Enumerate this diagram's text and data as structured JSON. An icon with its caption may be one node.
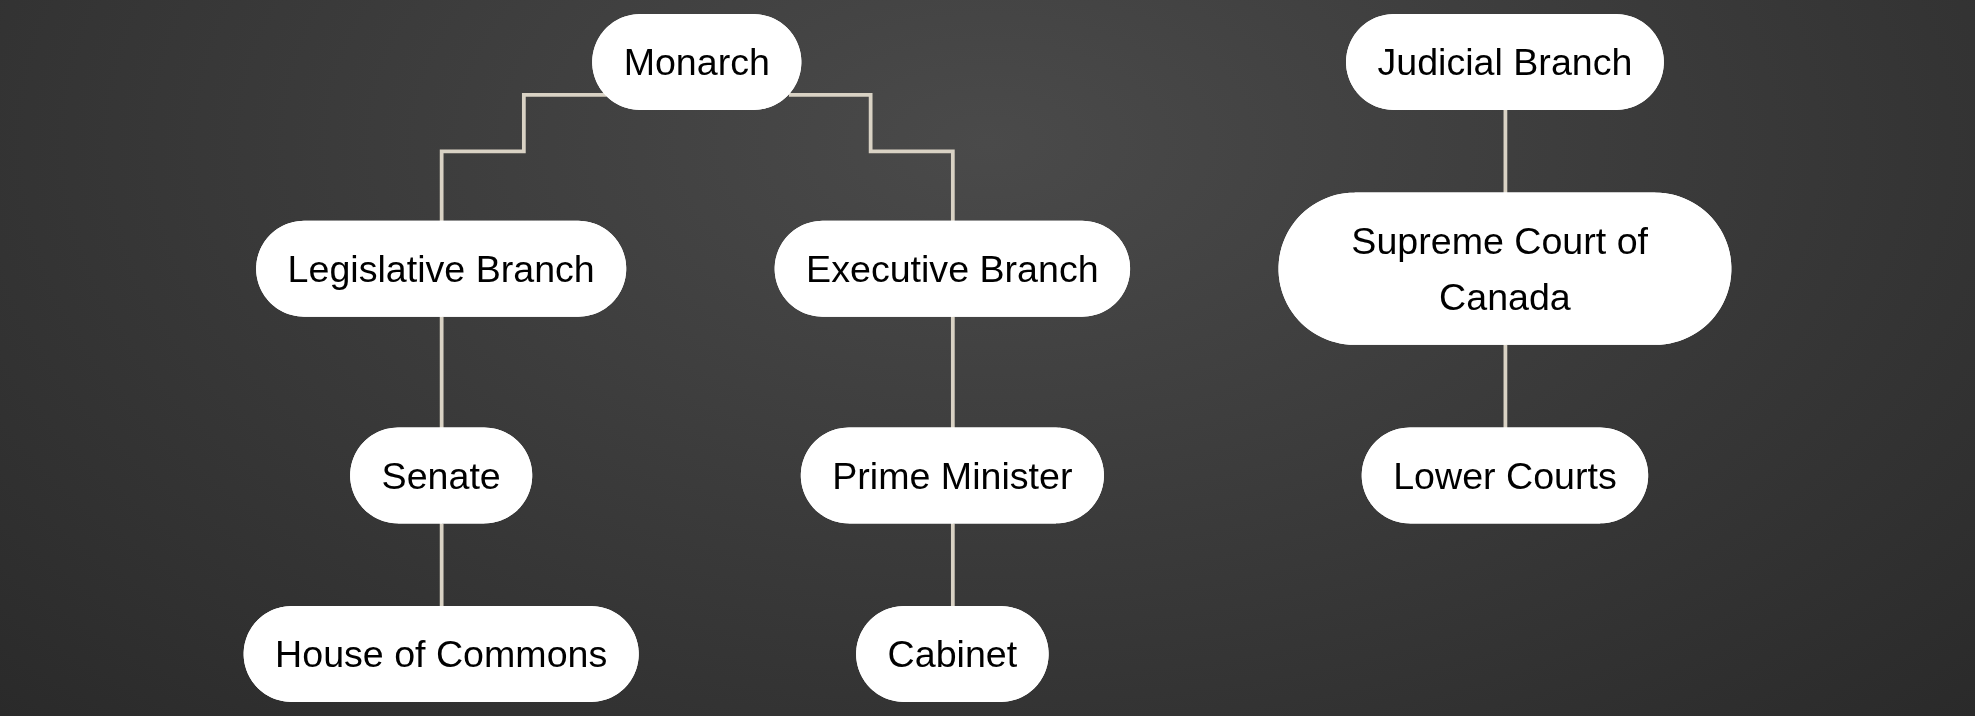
{
  "diagram": {
    "nodes": [
      {
        "text": [
          "Monarch"
        ]
      },
      {
        "text": [
          "Legislative Branch"
        ]
      },
      {
        "text": [
          "Executive Branch"
        ]
      },
      {
        "text": [
          "Judicial Branch"
        ]
      },
      {
        "text": [
          "Senate"
        ]
      },
      {
        "text": [
          "Prime Minister"
        ]
      },
      {
        "text": [
          "Supreme Court of Canada"
        ]
      },
      {
        "text": [
          "House of Commons"
        ]
      },
      {
        "text": [
          "Cabinet"
        ]
      },
      {
        "text": [
          "Lower Courts"
        ]
      }
    ],
    "edges": [
      {
        "from": 0,
        "to": 1,
        "arrow": "none"
      },
      {
        "from": 0,
        "to": 2,
        "arrow": "none"
      },
      {
        "from": 1,
        "to": 4,
        "arrow": "none"
      },
      {
        "from": 4,
        "to": 7,
        "arrow": "none"
      },
      {
        "from": 2,
        "to": 5,
        "arrow": "none"
      },
      {
        "from": 5,
        "to": 8,
        "arrow": "none"
      },
      {
        "from": 3,
        "to": 6,
        "arrow": "none"
      },
      {
        "from": 6,
        "to": 9,
        "arrow": "none"
      }
    ]
  }
}
